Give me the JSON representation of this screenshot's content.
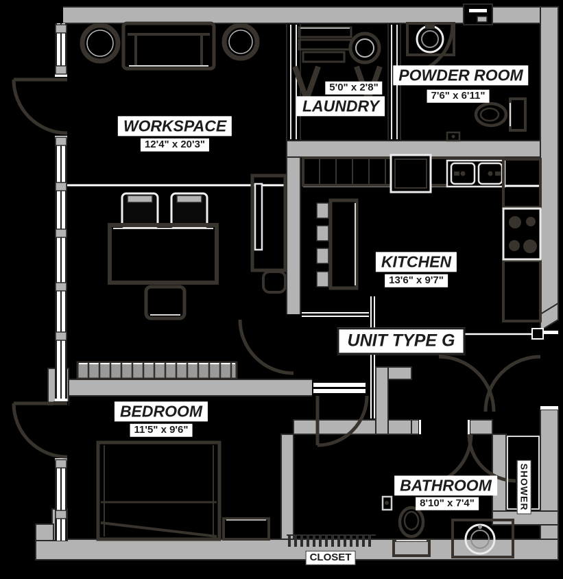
{
  "plan": {
    "unit_label": "UNIT TYPE G",
    "rooms": [
      {
        "key": "workspace",
        "name": "WORKSPACE",
        "dimensions": "12'4\" x 20'3\""
      },
      {
        "key": "laundry",
        "name": "LAUNDRY",
        "dimensions": "5'0\" x 2'8\""
      },
      {
        "key": "powder-room",
        "name": "POWDER ROOM",
        "dimensions": "7'6\" x 6'11\""
      },
      {
        "key": "kitchen",
        "name": "KITCHEN",
        "dimensions": "13'6\" x 9'7\""
      },
      {
        "key": "bedroom",
        "name": "BEDROOM",
        "dimensions": "11'5\" x 9'6\""
      },
      {
        "key": "bathroom",
        "name": "BATHROOM",
        "dimensions": "8'10\" x 7'4\""
      },
      {
        "key": "closet",
        "name": "CLOSET",
        "dimensions": ""
      },
      {
        "key": "shower",
        "name": "SHOWER",
        "dimensions": ""
      }
    ],
    "colors": {
      "background": "#000000",
      "wall_fill": "#b3b3b3",
      "wall_outline": "#2b2b2b",
      "line_dark": "#39332d",
      "line_white": "#ffffff",
      "label_bg": "#ffffff",
      "label_text": "#1c1c1c"
    },
    "fixtures": [
      "sofa",
      "round-side-table",
      "dining-table",
      "dining-chair",
      "desk",
      "media-console",
      "kitchen-island",
      "bar-stool",
      "refrigerator",
      "double-sink",
      "stove",
      "counter",
      "laundry-shelves",
      "laundry-machine",
      "bifold-doors",
      "vanity-sink",
      "toilet",
      "bed",
      "nightstand",
      "closet-rod",
      "shower-stall",
      "entry-door"
    ]
  }
}
